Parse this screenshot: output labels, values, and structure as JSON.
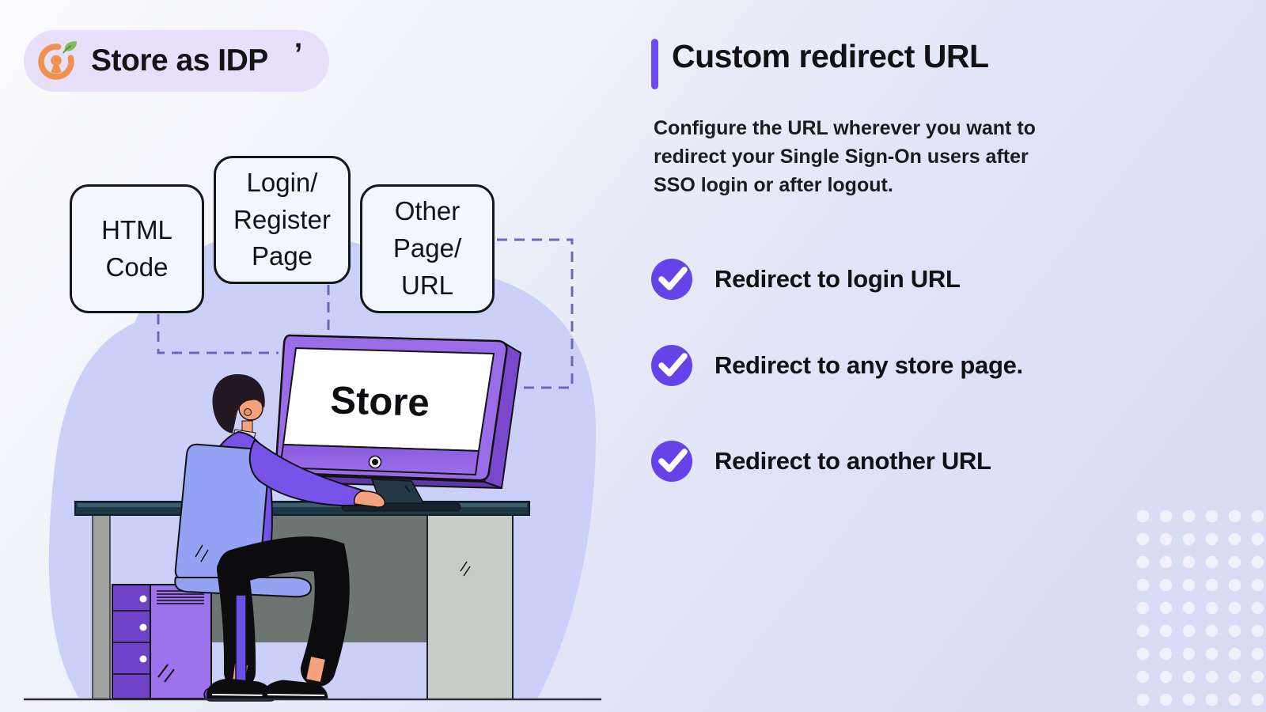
{
  "badge": {
    "label": "Store as IDP",
    "suffix": "’"
  },
  "panel": {
    "title": "Custom redirect URL",
    "description": "Configure the URL wherever you want to redirect your Single Sign-On users after SSO login or after logout.",
    "items": [
      {
        "label": "Redirect to login URL"
      },
      {
        "label": "Redirect to any store page."
      },
      {
        "label": "Redirect to another URL"
      }
    ]
  },
  "illustration": {
    "source_boxes": [
      {
        "label": "HTML Code"
      },
      {
        "label": "Login/ Register Page"
      },
      {
        "label": "Other Page/ URL"
      }
    ],
    "monitor_label": "Store"
  },
  "colors": {
    "accent_purple": "#6d48f0",
    "check_purple": "#6643e8",
    "badge_background": "#e8e0fa",
    "logo_orange": "#f0914d",
    "leaf_green": "#86b957",
    "blob_lavender": "#cad0f8",
    "dashed_connector": "#6e68b4"
  }
}
